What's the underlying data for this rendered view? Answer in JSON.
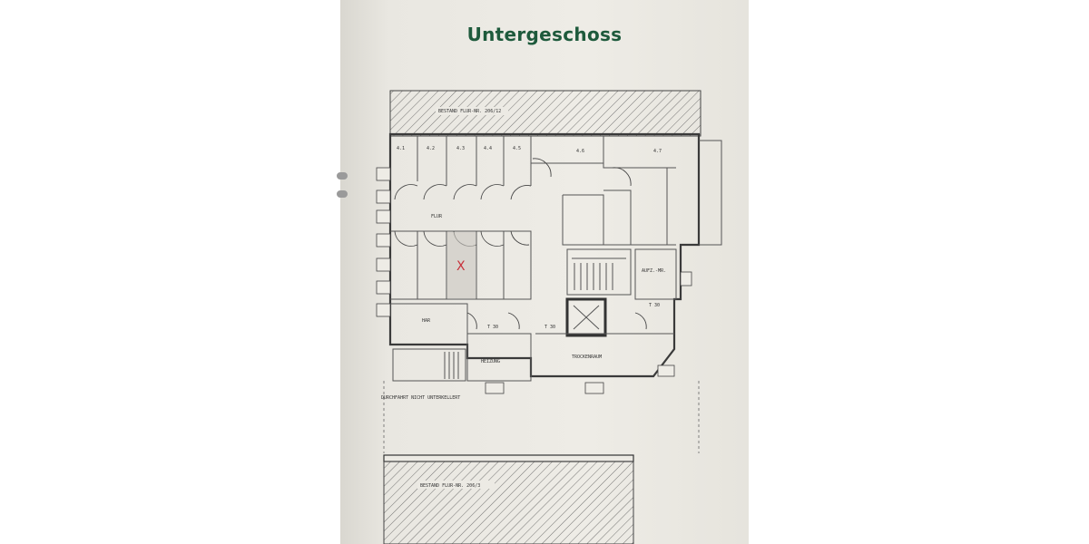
{
  "page": {
    "title": "Untergeschoss",
    "colors": {
      "title": "#1e5a3c",
      "marker": "#c8323c"
    },
    "plan": {
      "top_neighbor": "BESTAND FLUR-NR. 206/12",
      "bottom_neighbor": "BESTAND FLUR-NR. 206/3",
      "corridor": "FLUR",
      "room_left": "HAR",
      "heating": "HEIZUNG",
      "drying": "TROCKENRAUM",
      "lift_machine": "AUFZ.-MR.",
      "passage_note": "DURCHFAHRT NICHT UNTERKELLERT",
      "door_t30": "T 30",
      "marker": "X"
    }
  }
}
